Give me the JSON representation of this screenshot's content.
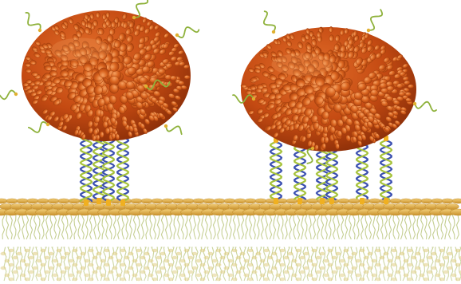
{
  "scene": {
    "subject": "lipid-bilayer-with-tethered-nanoparticles",
    "particles": [
      {
        "name": "left-nanoparticle",
        "tether_count": 4,
        "ligand_count": 6
      },
      {
        "name": "right-nanoparticle",
        "tether_count": 6,
        "ligand_count": 6
      }
    ],
    "colors": {
      "particle_core": "#c44a12",
      "particle_bead": "#d9641f",
      "particle_highlight": "#f0a060",
      "ligand_helix": "#8fb23c",
      "ligand_tip": "#e0b030",
      "dna_strand_a": "#3a4fb0",
      "dna_strand_b": "#a6c23a",
      "anchor": "#f0b020",
      "lipid_head": "#e8b75a",
      "lipid_head_edge": "#c4902e",
      "lipid_tail": "#b8c47a",
      "background": "#ffffff"
    }
  }
}
